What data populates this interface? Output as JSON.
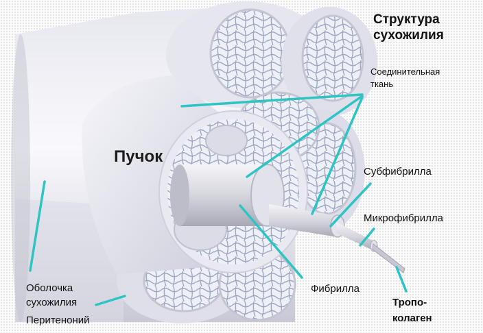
{
  "title": {
    "line1": "Структура",
    "line2": "сухожилия"
  },
  "labels": {
    "connective_tissue": {
      "line1": "Соединительная",
      "line2": "ткань"
    },
    "bundle": "Пучок",
    "subfibril": "Субфибрилла",
    "microfibril": "Микрофибрилла",
    "fibril": "Фибрилла",
    "tropocollagen": {
      "line1": "Тропо-",
      "line2": "колаген"
    },
    "tendon_sheath": {
      "line1": "Оболочка",
      "line2": "сухожилия"
    },
    "peritenon": "Перитеноний"
  },
  "colors": {
    "leader_lines": "#2ec4c4",
    "structure": "#d9d9e6",
    "fiber_pattern": "#9ea6c2"
  }
}
